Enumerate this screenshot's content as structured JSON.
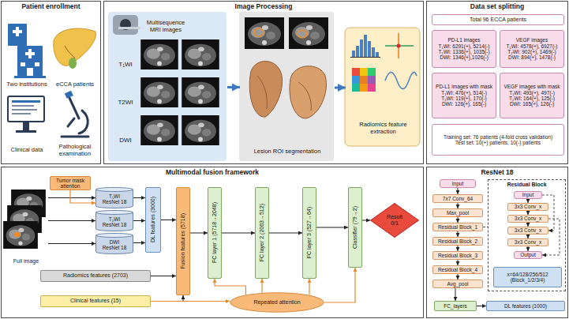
{
  "diagram": {
    "nodes": [
      {
        "text": [
          "Patient enrollment"
        ]
      },
      {
        "text": [
          "Image Processing"
        ]
      },
      {
        "text": [
          "Multisequence MRI images",
          "T₁WI",
          "T2WI",
          "DWI"
        ],
        "in": 1
      },
      {
        "text": [
          "Lesion ROI segmentation"
        ],
        "in": 1
      },
      {
        "text": [
          "Radiomics feature extraction"
        ],
        "in": 1
      },
      {
        "text": [
          "Data set splitting"
        ]
      },
      {
        "text": [
          "Total 96 ECCA patients"
        ],
        "in": 5
      },
      {
        "text": [
          "PD-L1 images",
          "T₁WI: 6291(+), 5214(-)",
          "T₂WI: 1336(+), 1035(-)",
          "DWI: 1346(+),1026(-)"
        ],
        "in": 5
      },
      {
        "text": [
          "VEGF images",
          "T₁WI: 4578(+), 6927(-)",
          "T₂WI: 902(+), 1469(-)",
          "DWI: 894(+), 1478(-)"
        ],
        "in": 5
      },
      {
        "text": [
          "PD-L1 images with mask",
          "T₁WI: 476(+), 514(-)",
          "T₂WI: 119(+), 170(-)",
          "DWI: 126(+), 165(-)"
        ],
        "in": 5
      },
      {
        "text": [
          "VEGF images with mask",
          "T₁WI: 493(+), 497(-)",
          "T₂WI: 164(+), 125(-)",
          "DWI: 165(+), 126(-)"
        ],
        "in": 5
      },
      {
        "text": [
          "Training set: 76 patients (4-fold cross validation)",
          "Test set: 10(+) patients, 10(-) patients"
        ],
        "in": 5
      },
      {
        "text": [
          "Multimodal fusion framework"
        ]
      },
      {
        "text": [
          "Full image"
        ],
        "in": 12
      },
      {
        "text": [
          "Tumor mask attention"
        ],
        "in": 12
      },
      {
        "text": [
          "T₁WI ResNet 18"
        ],
        "in": 12
      },
      {
        "text": [
          "T₂WI ResNet 18"
        ],
        "in": 12
      },
      {
        "text": [
          "DWI ResNet 18"
        ],
        "in": 12
      },
      {
        "text": [
          "DL features (3000)"
        ],
        "in": 12
      },
      {
        "text": [
          "Fusion features (5718)"
        ],
        "in": 12
      },
      {
        "text": [
          "FC layer 1 (5718→2048)"
        ],
        "in": 12
      },
      {
        "text": [
          "FC layer 2 (2063→512)"
        ],
        "in": 12
      },
      {
        "text": [
          "FC layer 3 (527→64)"
        ],
        "in": 12
      },
      {
        "text": [
          "Classifier (79→2)"
        ],
        "in": 12
      },
      {
        "text": [
          "Result 0/1"
        ],
        "in": 12
      },
      {
        "text": [
          "Radiomics features (2703)"
        ],
        "in": 12
      },
      {
        "text": [
          "Clinical features (15)"
        ],
        "in": 12
      },
      {
        "text": [
          "Repeated attention"
        ],
        "in": 12
      },
      {
        "text": [
          "ResNet 18"
        ]
      },
      {
        "text": [
          "Input"
        ],
        "in": 28
      },
      {
        "text": [
          "7x7 Conv_64"
        ],
        "in": 28
      },
      {
        "text": [
          "Max_pool"
        ],
        "in": 28
      },
      {
        "text": [
          "Residual Block_1"
        ],
        "in": 28
      },
      {
        "text": [
          "Residual Block_2"
        ],
        "in": 28
      },
      {
        "text": [
          "Residual Block_3"
        ],
        "in": 28
      },
      {
        "text": [
          "Residual Block_4"
        ],
        "in": 28
      },
      {
        "text": [
          "Avg_pool"
        ],
        "in": 28
      },
      {
        "text": [
          "Residual Block"
        ],
        "in": 28
      },
      {
        "text": [
          "Input"
        ],
        "in": 37
      },
      {
        "text": [
          "3x3 Conv_x"
        ],
        "in": 37
      },
      {
        "text": [
          "3x3 Conv_x"
        ],
        "in": 37
      },
      {
        "text": [
          "3x3 Conv_x"
        ],
        "in": 37
      },
      {
        "text": [
          "3x3 Conv_x"
        ],
        "in": 37
      },
      {
        "text": [
          "Output"
        ],
        "in": 37
      },
      {
        "text": [
          "x=64/128/256/512 (Block_1/2/3/4)"
        ],
        "in": 37
      },
      {
        "text": [
          "FC_layers"
        ],
        "in": 28
      },
      {
        "text": [
          "DL features (1000)"
        ],
        "in": 28
      }
    ],
    "edges": [
      {
        "from": 2,
        "to": 3,
        "arrow": "to"
      },
      {
        "from": 3,
        "to": 4,
        "arrow": "to"
      },
      {
        "from": 13,
        "to": 15,
        "arrow": "to"
      },
      {
        "from": 13,
        "to": 16,
        "arrow": "to"
      },
      {
        "from": 13,
        "to": 17,
        "arrow": "to"
      },
      {
        "from": 14,
        "to": 15,
        "arrow": "to"
      },
      {
        "from": 15,
        "to": 18,
        "arrow": "to"
      },
      {
        "from": 16,
        "to": 18,
        "arrow": "to"
      },
      {
        "from": 17,
        "to": 18,
        "arrow": "to"
      },
      {
        "from": 18,
        "to": 19,
        "arrow": "to"
      },
      {
        "from": 19,
        "to": 20,
        "arrow": "to"
      },
      {
        "from": 20,
        "to": 21,
        "arrow": "to"
      },
      {
        "from": 21,
        "to": 22,
        "arrow": "to"
      },
      {
        "from": 22,
        "to": 23,
        "arrow": "to"
      },
      {
        "from": 23,
        "to": 24,
        "arrow": "to"
      },
      {
        "from": 25,
        "to": 19,
        "arrow": "to"
      },
      {
        "from": 26,
        "to": 19,
        "arrow": "to"
      },
      {
        "from": 26,
        "to": 27,
        "arrow": "to"
      },
      {
        "from": 27,
        "to": 20,
        "arrow": "to"
      },
      {
        "from": 27,
        "to": 21,
        "arrow": "to"
      },
      {
        "from": 27,
        "to": 22,
        "arrow": "to"
      },
      {
        "from": 27,
        "to": 23,
        "arrow": "to"
      },
      {
        "from": 29,
        "to": 30,
        "arrow": "to"
      },
      {
        "from": 30,
        "to": 31,
        "arrow": "to"
      },
      {
        "from": 31,
        "to": 32,
        "arrow": "to"
      },
      {
        "from": 32,
        "to": 33,
        "arrow": "to"
      },
      {
        "from": 33,
        "to": 34,
        "arrow": "to"
      },
      {
        "from": 34,
        "to": 35,
        "arrow": "to"
      },
      {
        "from": 35,
        "to": 36,
        "arrow": "to"
      },
      {
        "from": 36,
        "to": 45,
        "arrow": "to"
      },
      {
        "from": 45,
        "to": 46,
        "arrow": "to"
      },
      {
        "from": 32,
        "to": 37,
        "arrow": "none"
      },
      {
        "from": 38,
        "to": 39,
        "arrow": "to"
      },
      {
        "from": 39,
        "to": 40,
        "arrow": "to"
      },
      {
        "from": 40,
        "to": 41,
        "arrow": "to"
      },
      {
        "from": 41,
        "to": 42,
        "arrow": "to"
      },
      {
        "from": 42,
        "to": 43,
        "arrow": "to"
      },
      {
        "from": 38,
        "to": 41,
        "arrow": "to"
      },
      {
        "from": 40,
        "to": 43,
        "arrow": "to"
      }
    ],
    "labels": [
      "Two institutions",
      "eCCA patients",
      "Clinical data",
      "Pathological examination"
    ]
  }
}
